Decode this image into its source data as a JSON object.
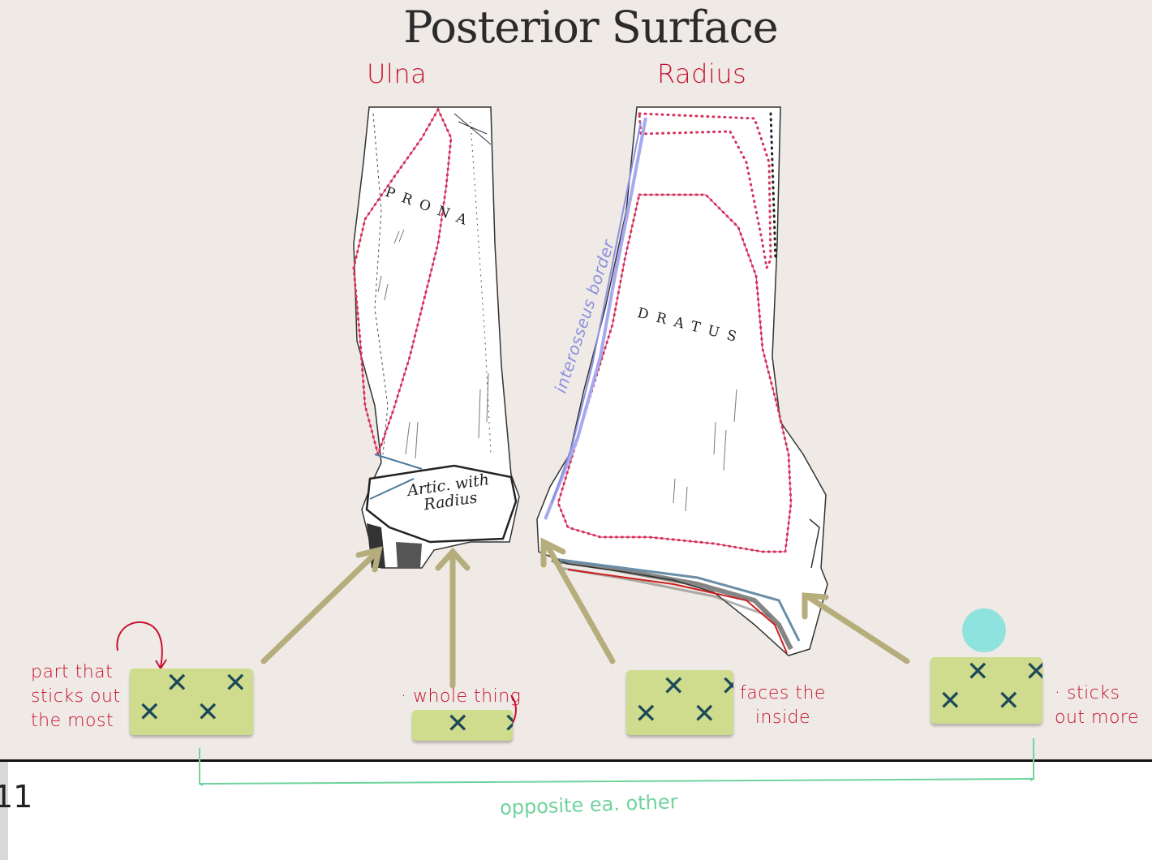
{
  "slide": {
    "title": "Posterior Surface",
    "page_number": "11"
  },
  "bones": {
    "ulna_label": "Ulna",
    "radius_label": "Radius",
    "pronator_text": "PRONA",
    "quadratus_text": "DRATUS",
    "articular_text": "Artic. with Radius",
    "interosseous_label": "interosseus border"
  },
  "notes": {
    "ulna_head_note": "part that sticks out the most",
    "ulna_articular_note": "· whole thing",
    "radius_ulnar_notch_note": "faces the inside",
    "radius_styloid_note": "· sticks out more",
    "bracket_note": "opposite ea. other"
  },
  "colors": {
    "slide_background": "#efeae5",
    "handwriting_red": "#c8102e",
    "sticky_note": "#cfdc8e",
    "arrow": "#b6ad7c",
    "interosseous": "#8c8fe0",
    "bracket": "#6fd39b",
    "dot": "#8fe3df",
    "bone_outline": "#d6305c"
  },
  "icons": [
    "cross-mark-icon",
    "arrow-icon",
    "curved-arrow-icon",
    "bracket-icon"
  ]
}
